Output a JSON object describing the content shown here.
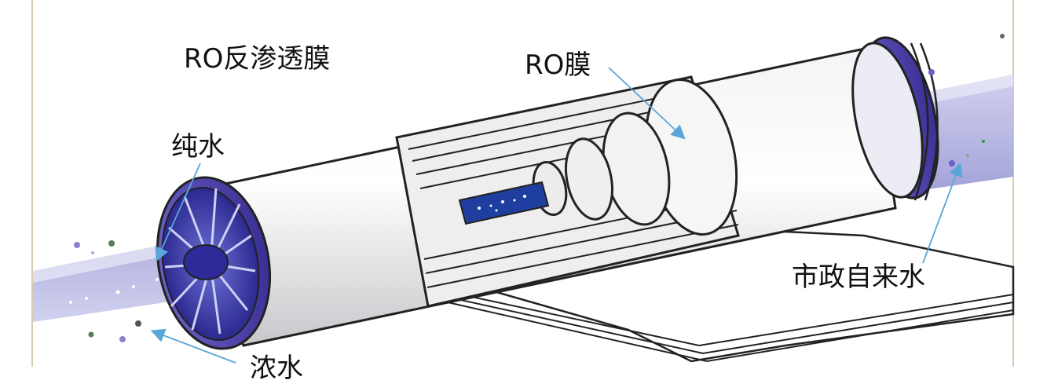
{
  "labels": {
    "title": "RO反渗透膜",
    "membrane": "RO膜",
    "pure_water": "纯水",
    "tap_water": "市政自来水",
    "waste_water": "浓水"
  },
  "colors": {
    "pipe": "#8f8fd0",
    "end_cap": "#5a4fb5",
    "impeller_blue": "#2e2a9a",
    "core_water": "#1f3fa0",
    "arrow": "#5aa6d8",
    "frame": "#d8ccb0"
  }
}
